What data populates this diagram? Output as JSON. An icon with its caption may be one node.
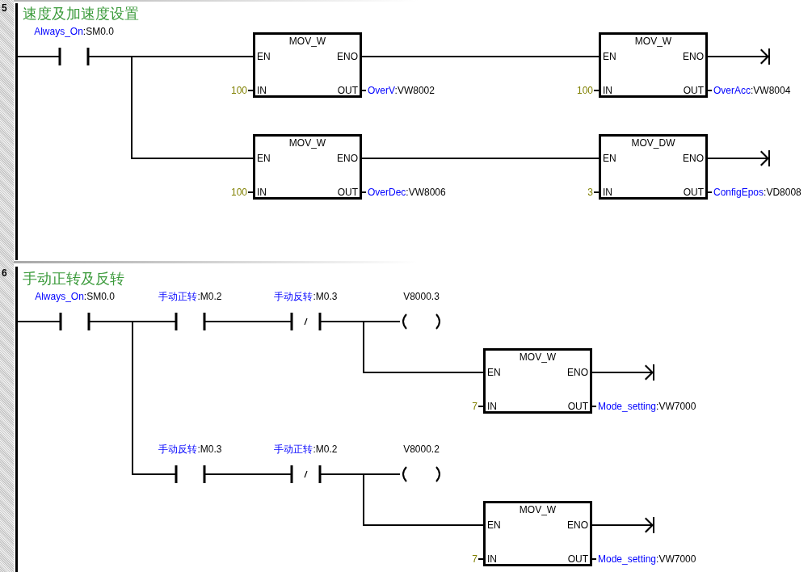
{
  "diagram": {
    "nodes": [
      {
        "text": [],
        "shape": "bar"
      },
      {
        "text": [
          "Always_On:SM0.0"
        ]
      },
      {
        "text": [
          "MOV_W",
          "EN",
          "ENO",
          "IN",
          "OUT"
        ],
        "beside": [
          "100",
          "OverV:VW8002"
        ]
      },
      {
        "text": [
          "MOV_W",
          "EN",
          "ENO",
          "IN",
          "OUT"
        ],
        "beside": [
          "100",
          "OverAcc:VW8004"
        ]
      },
      {
        "text": [
          "MOV_W",
          "EN",
          "ENO",
          "IN",
          "OUT"
        ],
        "beside": [
          "100",
          "OverDec:VW8006"
        ]
      },
      {
        "text": [
          "MOV_DW",
          "EN",
          "ENO",
          "IN",
          "OUT"
        ],
        "beside": [
          "3",
          "ConfigEpos:VD8008"
        ]
      },
      {
        "text": [],
        "shape": "bar"
      },
      {
        "text": [
          "Always_On:SM0.0"
        ]
      },
      {
        "text": [
          "手动正转:M0.2"
        ]
      },
      {
        "text": [
          "手动反转:M0.3"
        ]
      },
      {
        "text": [
          "V8000.3"
        ]
      },
      {
        "text": [
          "MOV_W",
          "EN",
          "ENO",
          "IN",
          "OUT"
        ],
        "beside": [
          "7",
          "Mode_setting:VW7000"
        ]
      },
      {
        "text": [
          "手动反转:M0.3"
        ]
      },
      {
        "text": [
          "手动正转:M0.2"
        ]
      },
      {
        "text": [
          "V8000.2"
        ]
      },
      {
        "text": [
          "MOV_W",
          "EN",
          "ENO",
          "IN",
          "OUT"
        ],
        "beside": [
          "7",
          "Mode_setting:VW7000"
        ]
      }
    ],
    "edges": [
      {
        "from": 0,
        "to": 1,
        "arrow": "none"
      },
      {
        "from": 1,
        "to": 2,
        "arrow": "none"
      },
      {
        "from": 1,
        "to": 4,
        "arrow": "none"
      },
      {
        "from": 2,
        "to": 3,
        "arrow": "none"
      },
      {
        "from": 4,
        "to": 5,
        "arrow": "none"
      },
      {
        "from": 3,
        "to": null,
        "arrow": "to"
      },
      {
        "from": 5,
        "to": null,
        "arrow": "to"
      },
      {
        "from": 6,
        "to": 7,
        "arrow": "none"
      },
      {
        "from": 7,
        "to": 8,
        "arrow": "none"
      },
      {
        "from": 7,
        "to": 12,
        "arrow": "none"
      },
      {
        "from": 8,
        "to": 9,
        "arrow": "none"
      },
      {
        "from": 9,
        "to": 10,
        "arrow": "none"
      },
      {
        "from": 9,
        "to": 11,
        "arrow": "none"
      },
      {
        "from": 12,
        "to": 13,
        "arrow": "none"
      },
      {
        "from": 13,
        "to": 14,
        "arrow": "none"
      },
      {
        "from": 13,
        "to": 15,
        "arrow": "none"
      },
      {
        "from": 11,
        "to": null,
        "arrow": "to"
      },
      {
        "from": 15,
        "to": null,
        "arrow": "to"
      }
    ],
    "labels": [
      "5",
      "速度及加速度设置",
      "6",
      "手动正转及反转"
    ]
  }
}
